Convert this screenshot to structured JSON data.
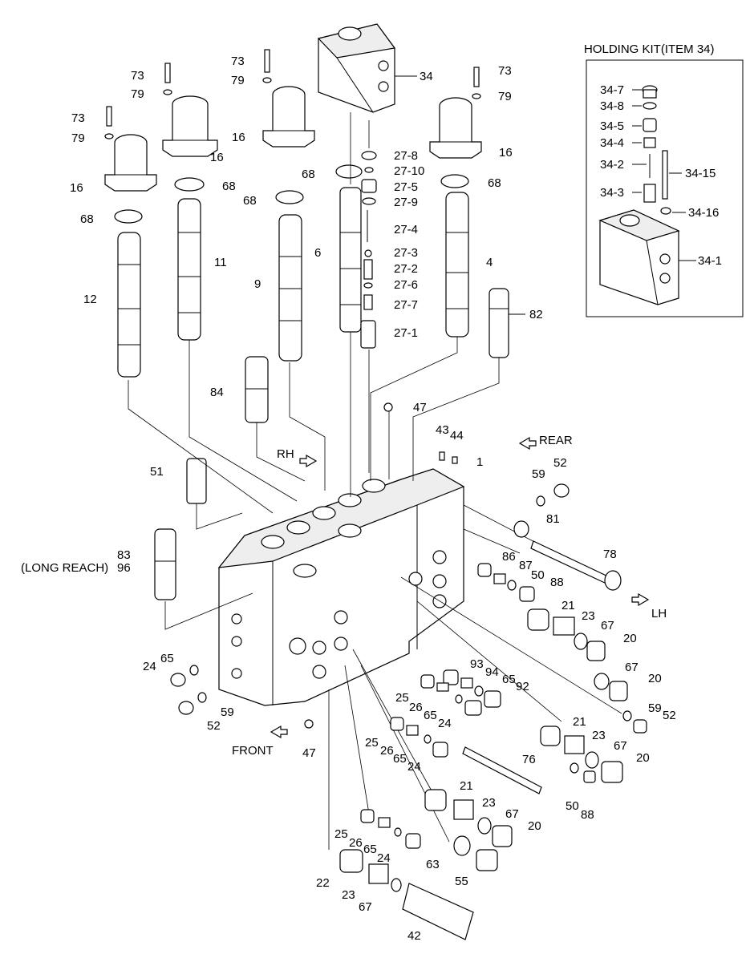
{
  "kit": {
    "title": "HOLDING KIT(ITEM 34)",
    "labels": [
      "34-7",
      "34-8",
      "34-5",
      "34-4",
      "34-2",
      "34-15",
      "34-3",
      "34-16",
      "34-1"
    ]
  },
  "directions": {
    "rear": "REAR",
    "lh": "LH",
    "rh": "RH",
    "front": "FRONT"
  },
  "note_long_reach": "(LONG REACH)",
  "part_labels": [
    "73",
    "79",
    "73",
    "79",
    "16",
    "73",
    "79",
    "16",
    "16",
    "68",
    "68",
    "68",
    "12",
    "11",
    "9",
    "34",
    "27-8",
    "27-10",
    "68",
    "27-5",
    "27-9",
    "27-4",
    "6",
    "27-3",
    "27-2",
    "27-6",
    "27-7",
    "27-1",
    "73",
    "79",
    "16",
    "68",
    "4",
    "82",
    "84",
    "47",
    "43",
    "44",
    "1",
    "51",
    "83",
    "96",
    "59",
    "52",
    "81",
    "78",
    "86",
    "87",
    "50",
    "88",
    "21",
    "23",
    "67",
    "20",
    "67",
    "20",
    "65",
    "24",
    "52",
    "59",
    "93",
    "94",
    "65",
    "92",
    "25",
    "26",
    "65",
    "24",
    "47",
    "25",
    "26",
    "65",
    "24",
    "76",
    "21",
    "23",
    "67",
    "20",
    "59",
    "52",
    "50",
    "88",
    "21",
    "23",
    "67",
    "20",
    "25",
    "26",
    "65",
    "24",
    "63",
    "55",
    "22",
    "23",
    "67",
    "42"
  ]
}
